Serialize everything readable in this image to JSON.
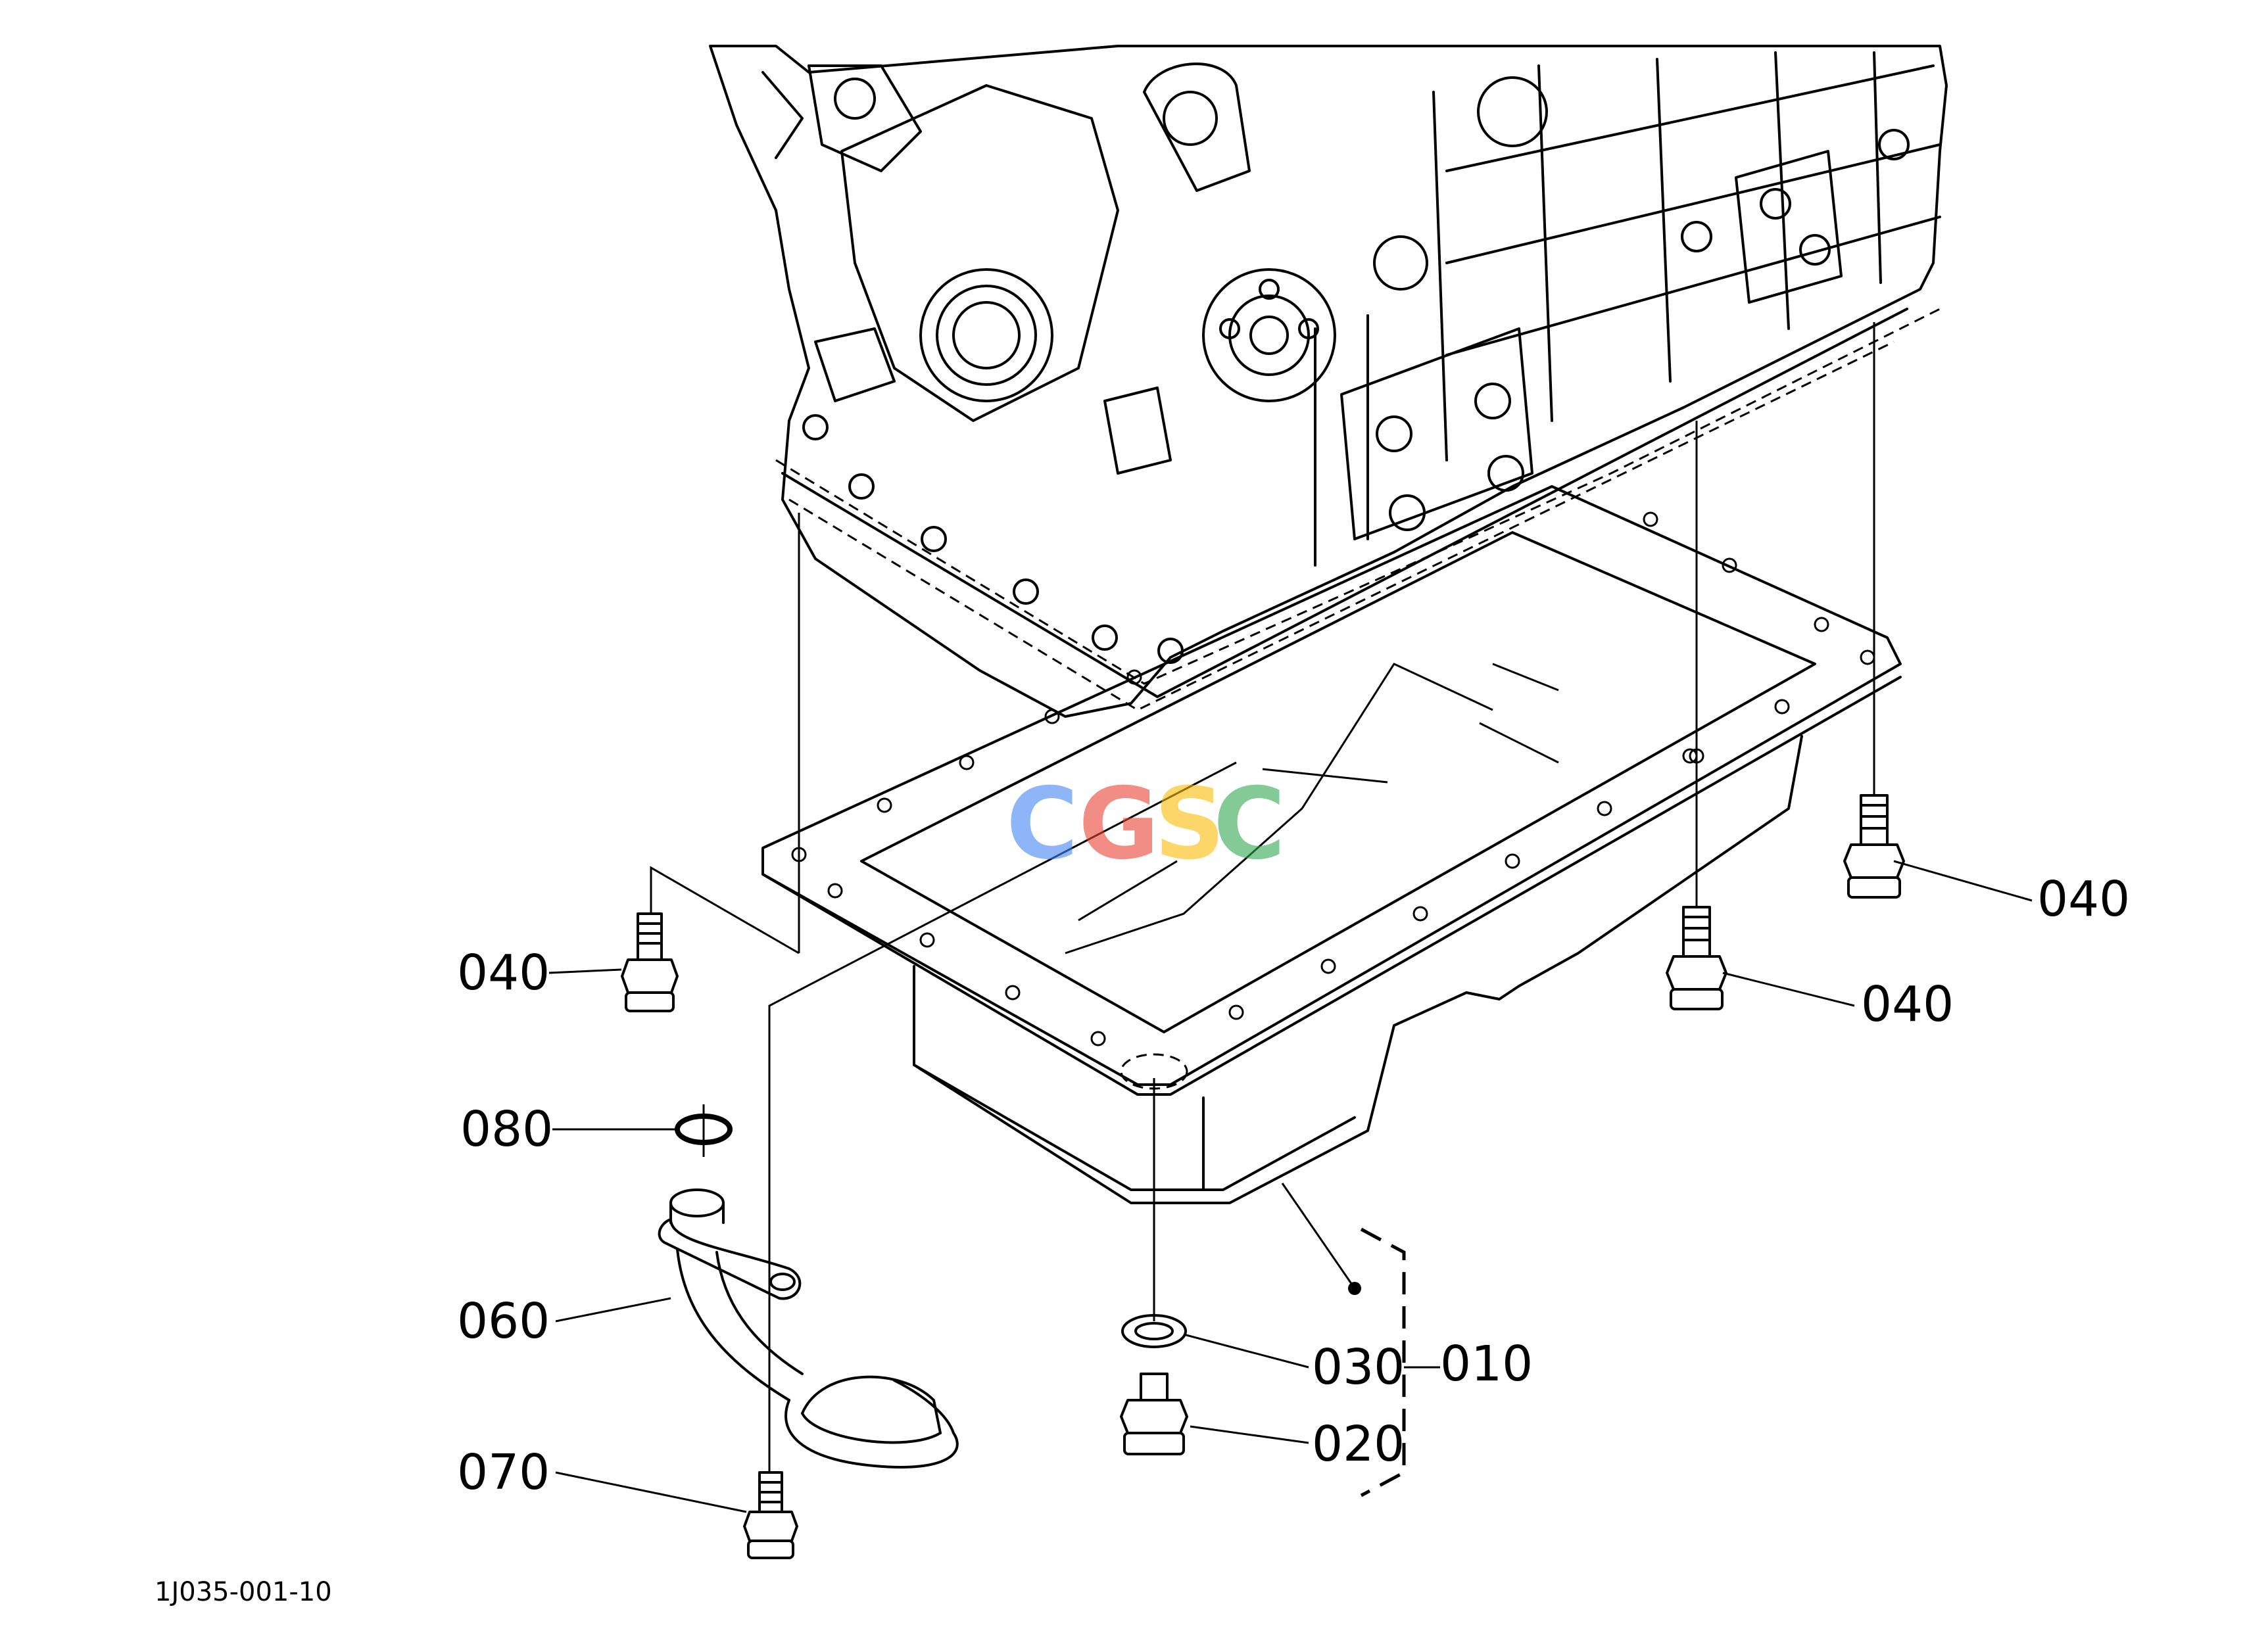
{
  "diagram": {
    "document_id": "1J035-001-10",
    "watermark": {
      "letters": [
        "C",
        "G",
        "S",
        "C"
      ],
      "colors": [
        "#4285F4",
        "#EA4335",
        "#FBBC05",
        "#34A853"
      ]
    },
    "callouts": {
      "part_010": "010",
      "part_020": "020",
      "part_030": "030",
      "part_040_left": "040",
      "part_040_mid": "040",
      "part_040_right": "040",
      "part_060": "060",
      "part_070": "070",
      "part_080": "080"
    }
  }
}
